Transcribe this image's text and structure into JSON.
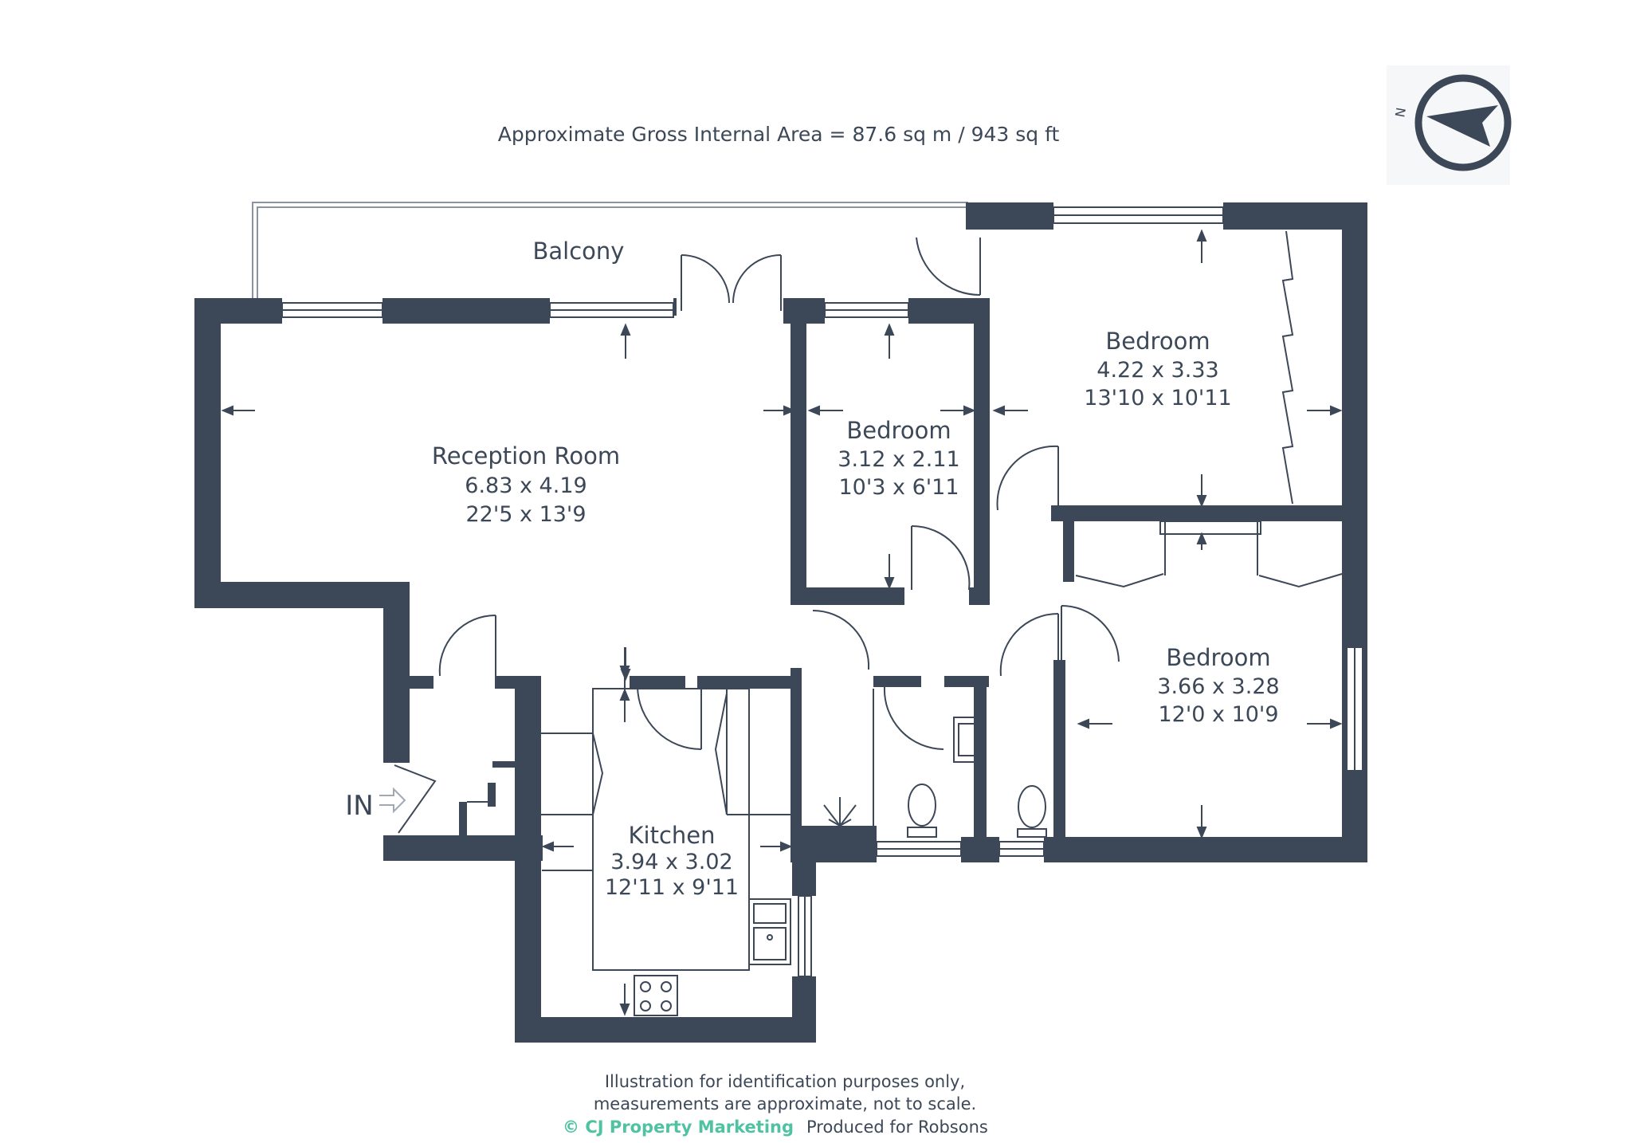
{
  "header": {
    "area_text": "Approximate Gross Internal Area = 87.6 sq m / 943 sq ft"
  },
  "compass": {
    "label": "N"
  },
  "rooms": {
    "balcony": {
      "name": "Balcony"
    },
    "reception": {
      "name": "Reception Room",
      "metric": "6.83 x 4.19",
      "imperial": "22'5 x 13'9"
    },
    "bedroom_small": {
      "name": "Bedroom",
      "metric": "3.12 x 2.11",
      "imperial": "10'3 x 6'11"
    },
    "bedroom_top": {
      "name": "Bedroom",
      "metric": "4.22 x 3.33",
      "imperial": "13'10 x 10'11"
    },
    "bedroom_right": {
      "name": "Bedroom",
      "metric": "3.66 x 3.28",
      "imperial": "12'0 x 10'9"
    },
    "kitchen": {
      "name": "Kitchen",
      "metric": "3.94 x 3.02",
      "imperial": "12'11 x 9'11"
    }
  },
  "entrance": {
    "label": "IN"
  },
  "footer": {
    "line1": "Illustration for identification purposes only,",
    "line2": "measurements are approximate, not to scale.",
    "brand": "© CJ Property Marketing",
    "produced": "Produced for Robsons"
  },
  "colors": {
    "wall": "#3c4858",
    "text": "#3c4858",
    "brand": "#4fc3a1",
    "thin": "#8a94a0"
  }
}
